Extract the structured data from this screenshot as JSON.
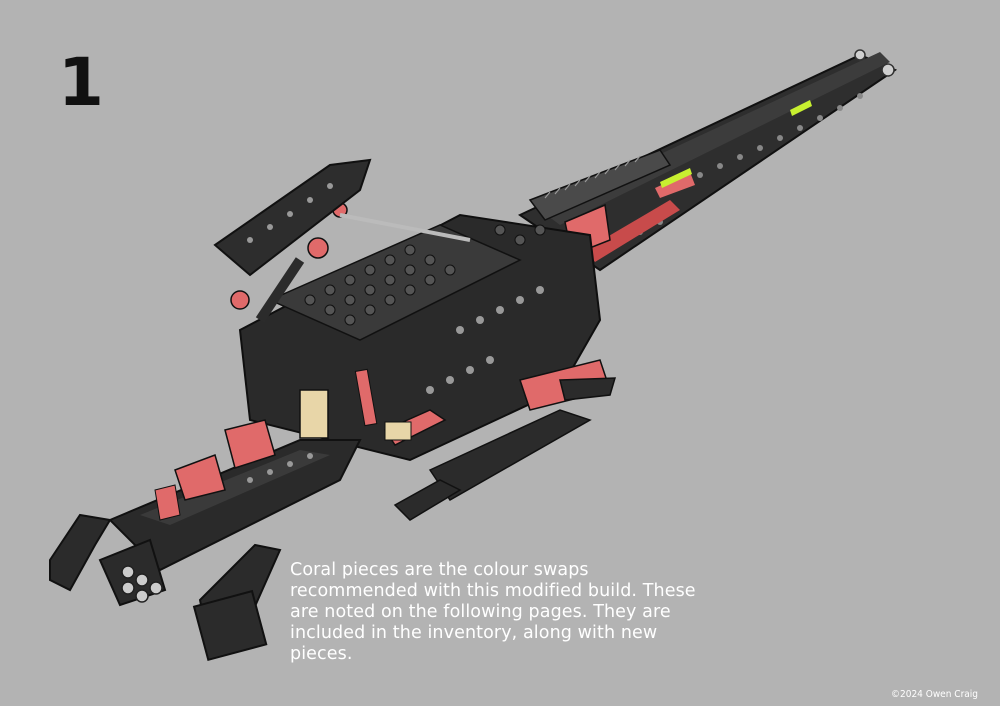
{
  "step": {
    "number": "1"
  },
  "note": {
    "text": "Coral pieces are the colour swaps\nrecommended  with this modified build. These\nare noted on the following pages. They are\nincluded in the inventory, along with new\npieces."
  },
  "footer": {
    "copyright": "©2024 Owen Craig"
  },
  "model": {
    "icon": "lego-model-illustration"
  },
  "colors": {
    "background": "#b3b3b3",
    "black_brick": "#2b2b2b",
    "coral_brick": "#e06a6a",
    "lime_accent": "#c8f030"
  }
}
